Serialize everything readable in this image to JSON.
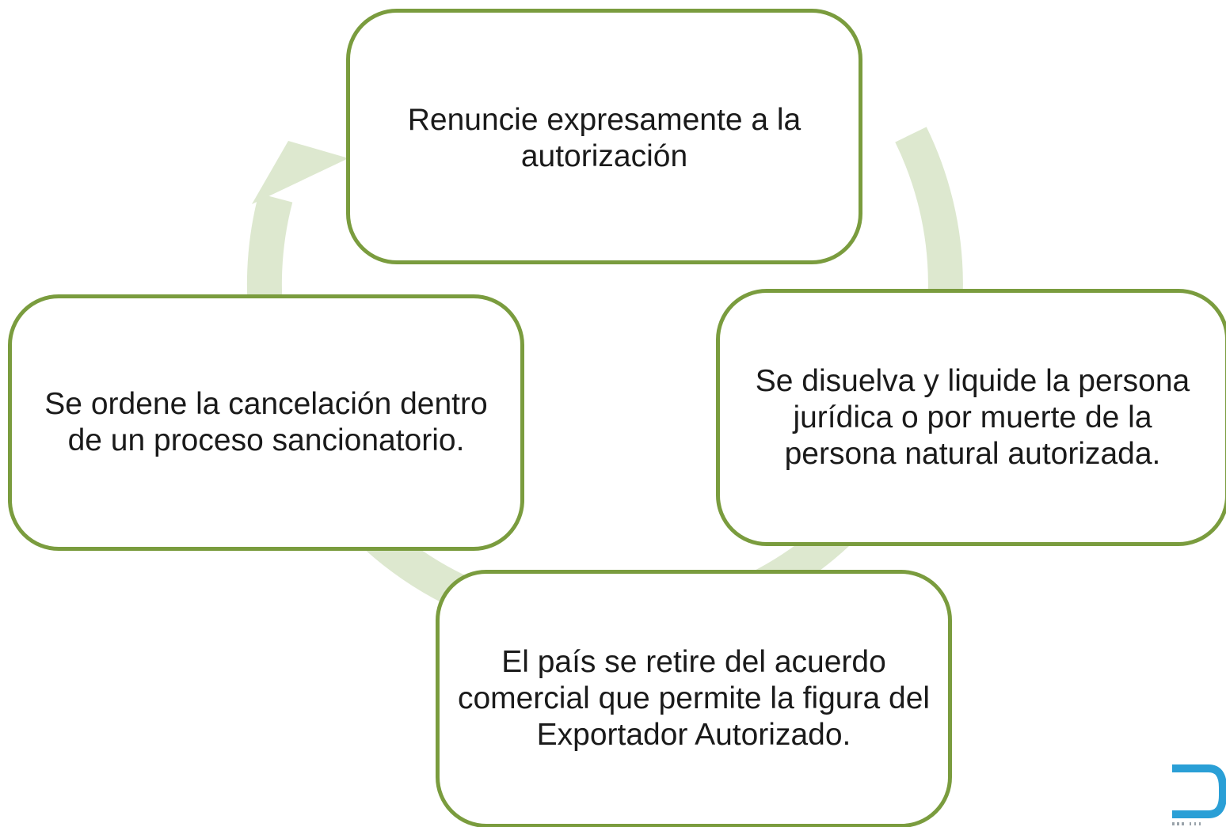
{
  "diagram": {
    "type": "cycle",
    "colors": {
      "node_border": "#7a9c3e",
      "node_fill": "#ffffff",
      "cycle_arrow": "#dde8cf",
      "text": "#1a1a1a",
      "logo": "#2a9fd6"
    },
    "nodes": [
      {
        "id": "top",
        "text": "Renuncie expresamente a la autorización"
      },
      {
        "id": "right",
        "text": "Se disuelva y liquide la persona jurídica o por muerte de la persona natural autorizada."
      },
      {
        "id": "bottom",
        "text": "El país se retire del acuerdo comercial que permite la figura del Exportador Autorizado."
      },
      {
        "id": "left",
        "text": "Se ordene la cancelación dentro de un proceso sancionatorio."
      }
    ],
    "flow": [
      "top",
      "right",
      "bottom",
      "left",
      "top"
    ]
  },
  "logo": {
    "icon": "d-logo-icon"
  }
}
